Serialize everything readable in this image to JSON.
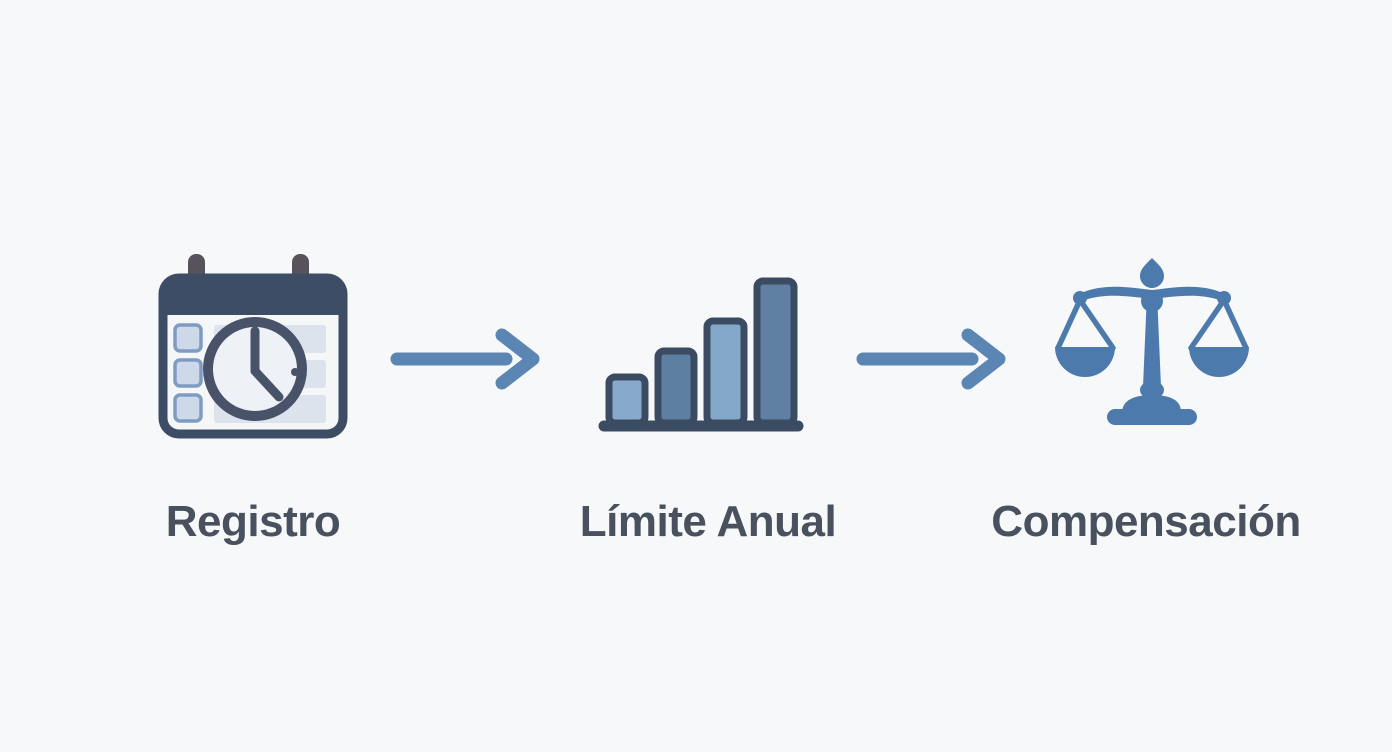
{
  "diagram": {
    "steps": [
      {
        "label": "Registro",
        "icon": "calendar-clock-icon"
      },
      {
        "label": "Límite Anual",
        "icon": "bar-chart-icon"
      },
      {
        "label": "Compensación",
        "icon": "balance-scale-icon"
      }
    ],
    "arrows": [
      {
        "from": "Registro",
        "to": "Límite Anual",
        "direction": "right"
      },
      {
        "from": "Límite Anual",
        "to": "Compensación",
        "direction": "right"
      }
    ]
  },
  "colors": {
    "background": "#f7f8fa",
    "label_text": "#49505e",
    "arrow_blue": "#5b86b4",
    "icon_outline_navy": "#3e4d66",
    "clock_slate": "#485369",
    "peg_gray": "#57525b",
    "calendar_square_fill": "#cdd9e9",
    "calendar_square_border": "#7e9cc2",
    "bar_light_blue": "#87aacb",
    "bar_medium_blue": "#5d7fa2",
    "bar_dark_blue": "#5f80a3",
    "scale_blue": "#4d7aad"
  }
}
